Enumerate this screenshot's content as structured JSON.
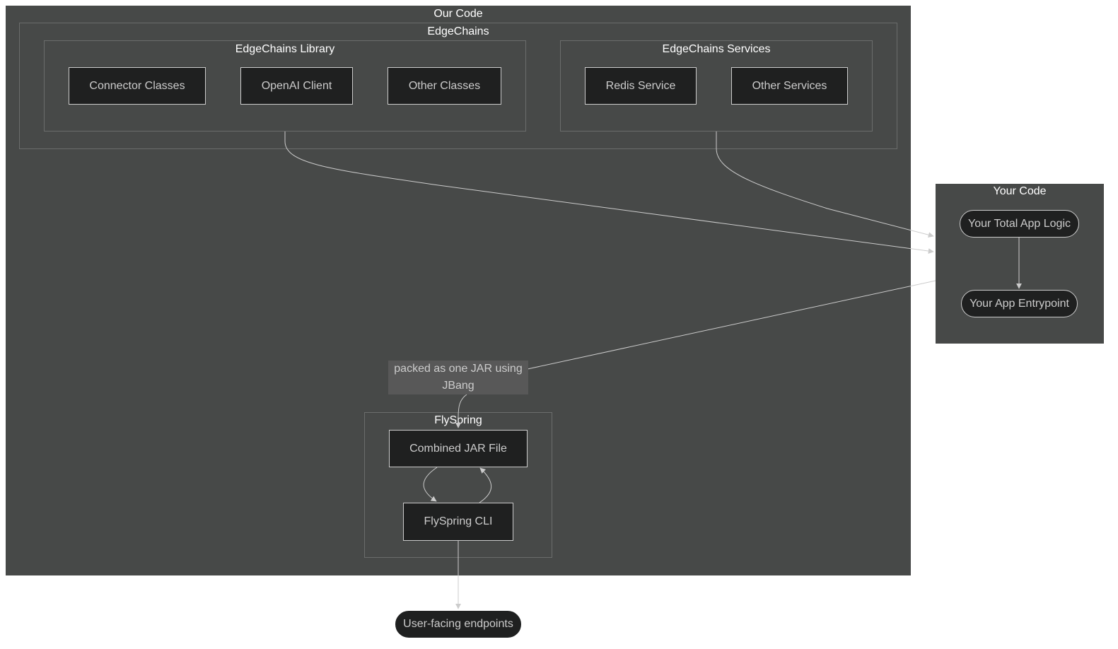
{
  "clusters": {
    "our_code": "Our Code",
    "edgechains": "EdgeChains",
    "edgechains_library": "EdgeChains Library",
    "edgechains_services": "EdgeChains Services",
    "flyspring": "FlySpring",
    "your_code": "Your Code"
  },
  "nodes": {
    "connector_classes": "Connector Classes",
    "openai_client": "OpenAI Client",
    "other_classes": "Other Classes",
    "redis_service": "Redis Service",
    "other_services": "Other Services",
    "your_total_app_logic": "Your Total App Logic",
    "your_app_entrypoint": "Your App Entrypoint",
    "combined_jar_file": "Combined JAR File",
    "flyspring_cli": "FlySpring CLI",
    "user_facing_endpoints": "User-facing endpoints"
  },
  "edge_labels": {
    "packed_as_one_jar": "packed as one JAR using JBang"
  },
  "colors": {
    "cluster_background": "#474948",
    "cluster_border": "#6b6d6c",
    "node_fill": "#1f2020",
    "node_stroke": "#cccccc",
    "edge": "#cccccc",
    "label_background": "#585858"
  }
}
